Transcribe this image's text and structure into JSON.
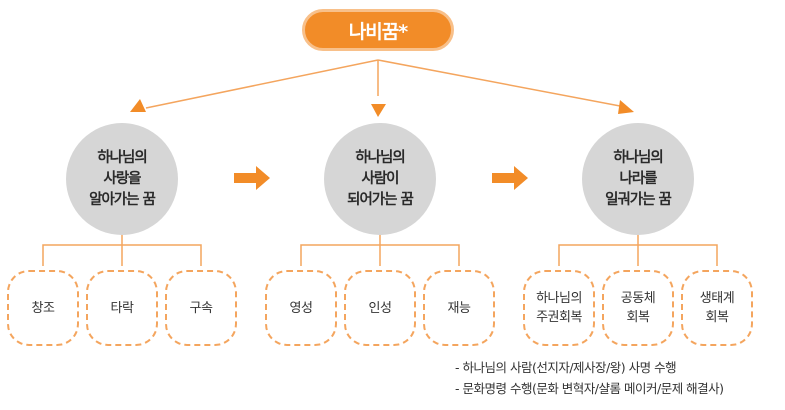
{
  "root": {
    "label": "나비꿈*"
  },
  "stages": [
    {
      "lines": [
        "하나님의",
        "사랑을",
        "알아가는 꿈"
      ],
      "children": [
        {
          "lines": [
            "창조"
          ]
        },
        {
          "lines": [
            "타락"
          ]
        },
        {
          "lines": [
            "구속"
          ]
        }
      ]
    },
    {
      "lines": [
        "하나님의",
        "사람이",
        "되어가는 꿈"
      ],
      "children": [
        {
          "lines": [
            "영성"
          ]
        },
        {
          "lines": [
            "인성"
          ]
        },
        {
          "lines": [
            "재능"
          ]
        }
      ]
    },
    {
      "lines": [
        "하나님의",
        "나라를",
        "일궈가는 꿈"
      ],
      "children": [
        {
          "lines": [
            "하나님의",
            "주권회복"
          ]
        },
        {
          "lines": [
            "공동체",
            "회복"
          ]
        },
        {
          "lines": [
            "생태계",
            "회복"
          ]
        }
      ]
    }
  ],
  "notes": [
    "- 하나님의 사람(선지자/제사장/왕) 사명 수행",
    "- 문화명령 수행(문화 변혁자/샬롬 메이커/문제 해결사)"
  ],
  "colors": {
    "accent": "#f28c28",
    "connector": "#f4a55e",
    "circle": "#d6d6d6"
  }
}
